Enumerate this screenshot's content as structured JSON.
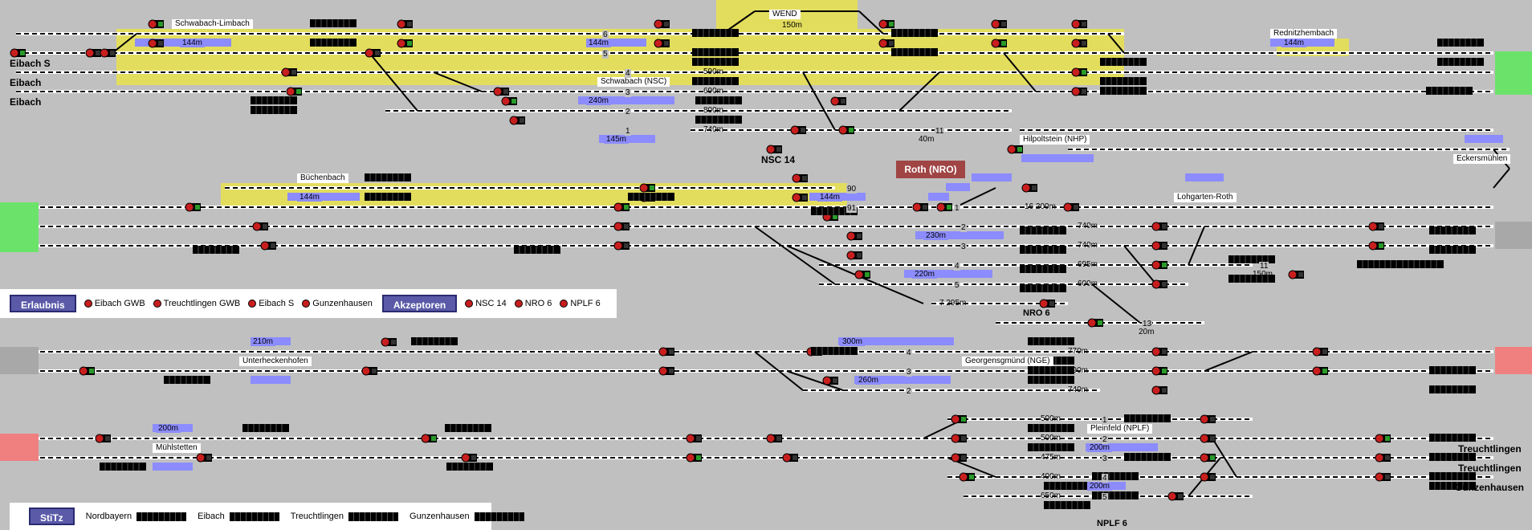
{
  "colors": {
    "background": "#c0c0c0",
    "track": "#ffffff",
    "yellow": "#e3dd5e",
    "blue": "#8c8cff",
    "green_block": "#6be36b",
    "red_block": "#f08080",
    "signal_red": "#c81e1e",
    "signal_green": "#2a9a2a",
    "roth_box": "#a04444",
    "panel_button": "#5a5aa8"
  },
  "stations": {
    "eibach_s": "Eibach S",
    "eibach_1": "Eibach",
    "eibach_2": "Eibach",
    "schwabach_limbach": "Schwabach-Limbach",
    "wend": "WEND",
    "wend_len": "150m",
    "rednitzhembach": "Rednitzhembach",
    "schwabach_nsc": "Schwabach (NSC)",
    "nsc14": "NSC 14",
    "hilpoltstein": "Hilpoltstein (NHP)",
    "eckersmuehlen": "Eckersmühlen",
    "roth": "Roth (NRO)",
    "buechenbach": "Büchenbach",
    "lohgarten": "Lohgarten-Roth",
    "nro6": "NRO 6",
    "unterheckenhofen": "Unterheckenhofen",
    "georgensgmuend": "Georgensgmünd (NGE)",
    "muehlstetten": "Mühlstetten",
    "pleinfeld": "Pleinfeld (NPLF)",
    "nplf6": "NPLF 6",
    "treuchtlingen_1": "Treuchtlingen",
    "treuchtlingen_2": "Treuchtlingen",
    "gunzenhausen": "Gunzenhausen"
  },
  "lengths": {
    "l144a": "144m",
    "l144b": "144m",
    "l144c": "144m",
    "l144d": "144m",
    "l144e": "144m",
    "l590": "590m",
    "l240": "240m",
    "l690": "690m",
    "l800": "800m",
    "l740a": "740m",
    "l145": "145m",
    "l40": "40m",
    "l16_200": "16 200m",
    "l740b": "740m",
    "l230": "230m",
    "l740c": "740m",
    "l695": "695m",
    "l220": "220m",
    "l600": "600m",
    "l150": "150m",
    "l7_295": "7 295m",
    "l20": "20m",
    "l210a": "210m",
    "l300": "300m",
    "l770": "770m",
    "l790": "790m",
    "l260": "260m",
    "l740d": "740m",
    "l200a": "200m",
    "l500a": "500m",
    "l500b": "500m",
    "l200b": "200m",
    "l475": "475m",
    "l400": "400m",
    "l200c": "200m",
    "l650": "650m"
  },
  "tracks": {
    "t6": "6",
    "t5": "5",
    "t4": "4",
    "t3": "3",
    "t2": "2",
    "t1": "1",
    "t11": "11",
    "t90": "90",
    "t91": "91",
    "r1": "1",
    "r2": "2",
    "r3": "3",
    "r4": "4",
    "r5": "5",
    "r11": "11",
    "r13": "13",
    "g4": "4",
    "g3": "3",
    "g2": "2",
    "p1": "1",
    "p2": "2",
    "p3": "3",
    "p4": "4",
    "p5": "5"
  },
  "erlaubnis": {
    "title": "Erlaubnis",
    "items": [
      "Eibach GWB",
      "Treuchtlingen GWB",
      "Eibach S",
      "Gunzenhausen"
    ]
  },
  "akzeptoren": {
    "title": "Akzeptoren",
    "items": [
      "NSC 14",
      "NRO 6",
      "NPLF 6"
    ]
  },
  "stitz": {
    "title": "StiTz",
    "items": [
      "Nordbayern",
      "Eibach",
      "Treuchtlingen",
      "Gunzenhausen"
    ]
  }
}
